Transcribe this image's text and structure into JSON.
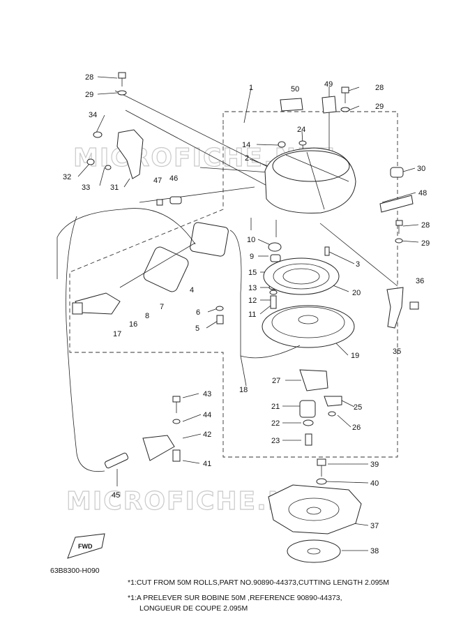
{
  "watermark": "MICROFICHE.NET",
  "diagram_code": "63B8300-H090",
  "fwd_label": "FWD",
  "notes": [
    "*1:CUT FROM 50M ROLLS,PART NO.90890-44373,CUTTING LENGTH 2.095M",
    "*1:A PRELEVER SUR BOBINE 50M ,REFERENCE 90890-44373,",
    "LONGUEUR DE COUPE 2.095M"
  ],
  "callouts": [
    {
      "id": "c28a",
      "label": "28"
    },
    {
      "id": "c29a",
      "label": "29"
    },
    {
      "id": "c1",
      "label": "1"
    },
    {
      "id": "c50",
      "label": "50"
    },
    {
      "id": "c49",
      "label": "49"
    },
    {
      "id": "c28b",
      "label": "28"
    },
    {
      "id": "c29b",
      "label": "29"
    },
    {
      "id": "c34",
      "label": "34"
    },
    {
      "id": "c24",
      "label": "24"
    },
    {
      "id": "c14",
      "label": "14"
    },
    {
      "id": "c2",
      "label": "2"
    },
    {
      "id": "c30",
      "label": "30"
    },
    {
      "id": "c32",
      "label": "32"
    },
    {
      "id": "c33",
      "label": "33"
    },
    {
      "id": "c47",
      "label": "47"
    },
    {
      "id": "c46",
      "label": "46"
    },
    {
      "id": "c31",
      "label": "31"
    },
    {
      "id": "c48",
      "label": "48"
    },
    {
      "id": "c28c",
      "label": "28"
    },
    {
      "id": "c29c",
      "label": "29"
    },
    {
      "id": "c10",
      "label": "10"
    },
    {
      "id": "c9",
      "label": "9"
    },
    {
      "id": "c3",
      "label": "3"
    },
    {
      "id": "c15",
      "label": "15"
    },
    {
      "id": "c4",
      "label": "4"
    },
    {
      "id": "c13",
      "label": "13"
    },
    {
      "id": "c20",
      "label": "20"
    },
    {
      "id": "c36",
      "label": "36"
    },
    {
      "id": "c12",
      "label": "12"
    },
    {
      "id": "c7",
      "label": "7"
    },
    {
      "id": "c8",
      "label": "8"
    },
    {
      "id": "c16",
      "label": "16"
    },
    {
      "id": "c6",
      "label": "6"
    },
    {
      "id": "c11",
      "label": "11"
    },
    {
      "id": "c5",
      "label": "5"
    },
    {
      "id": "c17",
      "label": "17"
    },
    {
      "id": "c35",
      "label": "35"
    },
    {
      "id": "c19",
      "label": "19"
    },
    {
      "id": "c18",
      "label": "18"
    },
    {
      "id": "c27",
      "label": "27"
    },
    {
      "id": "c43",
      "label": "43"
    },
    {
      "id": "c25",
      "label": "25"
    },
    {
      "id": "c21",
      "label": "21"
    },
    {
      "id": "c44",
      "label": "44"
    },
    {
      "id": "c22",
      "label": "22"
    },
    {
      "id": "c26",
      "label": "26"
    },
    {
      "id": "c42",
      "label": "42"
    },
    {
      "id": "c23",
      "label": "23"
    },
    {
      "id": "c41",
      "label": "41"
    },
    {
      "id": "c39",
      "label": "39"
    },
    {
      "id": "c40",
      "label": "40"
    },
    {
      "id": "c45",
      "label": "45"
    },
    {
      "id": "c37",
      "label": "37"
    },
    {
      "id": "c38",
      "label": "38"
    }
  ]
}
